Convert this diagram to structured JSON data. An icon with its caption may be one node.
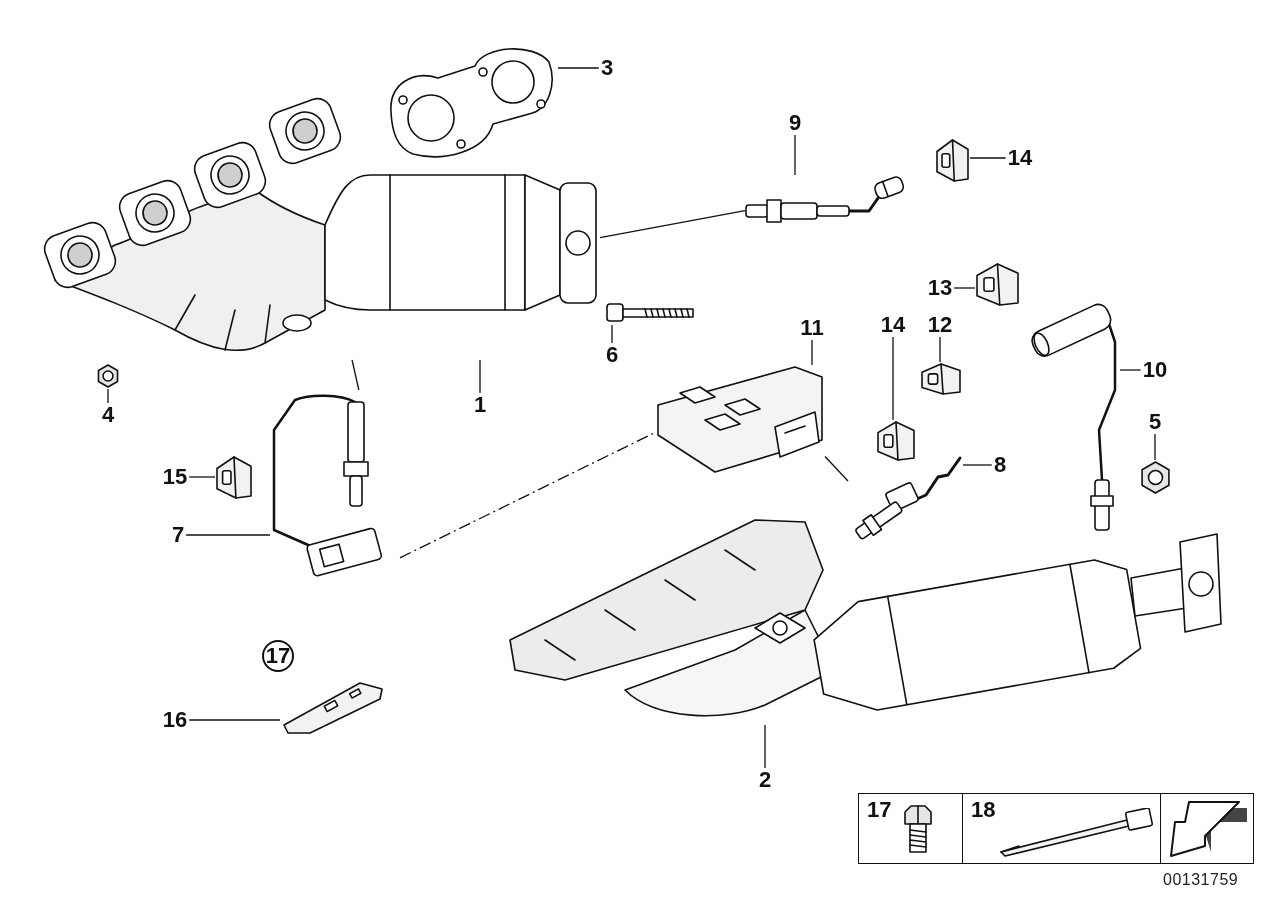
{
  "diagram": {
    "nodes": [
      {
        "text": [
          "3"
        ]
      },
      {
        "text": [],
        "shape": "picture"
      },
      {
        "text": [
          "9"
        ]
      },
      {
        "text": [],
        "shape": "picture"
      },
      {
        "text": [
          "14"
        ]
      },
      {
        "text": [],
        "shape": "picture"
      },
      {
        "text": [],
        "shape": "picture"
      },
      {
        "text": [
          "13"
        ]
      },
      {
        "text": [],
        "shape": "picture"
      },
      {
        "text": [
          "6"
        ]
      },
      {
        "text": [],
        "shape": "picture"
      },
      {
        "text": [
          "4"
        ]
      },
      {
        "text": [],
        "shape": "picture"
      },
      {
        "text": [
          "1"
        ]
      },
      {
        "text": [
          "11"
        ]
      },
      {
        "text": [],
        "shape": "picture"
      },
      {
        "text": [
          "14"
        ]
      },
      {
        "text": [],
        "shape": "picture"
      },
      {
        "text": [
          "12"
        ]
      },
      {
        "text": [],
        "shape": "picture"
      },
      {
        "text": [
          "10"
        ]
      },
      {
        "text": [],
        "shape": "picture"
      },
      {
        "text": [
          "5"
        ]
      },
      {
        "text": [],
        "shape": "picture"
      },
      {
        "text": [
          "15"
        ]
      },
      {
        "text": [],
        "shape": "picture"
      },
      {
        "text": [
          "7"
        ]
      },
      {
        "text": [],
        "shape": "picture"
      },
      {
        "text": [
          "8"
        ]
      },
      {
        "text": [],
        "shape": "picture"
      },
      {
        "text": [],
        "shape": "picture"
      },
      {
        "text": [
          "17"
        ]
      },
      {
        "text": [
          "16"
        ]
      },
      {
        "text": [],
        "shape": "picture"
      },
      {
        "text": [
          "2"
        ]
      }
    ],
    "edges": [
      {
        "from": 0,
        "to": 1,
        "arrow": "none"
      },
      {
        "from": 2,
        "to": 3,
        "arrow": "none"
      },
      {
        "from": 4,
        "to": 5,
        "arrow": "none"
      },
      {
        "from": 7,
        "to": 8,
        "arrow": "none"
      },
      {
        "from": 9,
        "to": 10,
        "arrow": "none"
      },
      {
        "from": 11,
        "to": 12,
        "arrow": "none"
      },
      {
        "from": 13,
        "to": 6,
        "arrow": "none"
      },
      {
        "from": 14,
        "to": 15,
        "arrow": "none"
      },
      {
        "from": 16,
        "to": 17,
        "arrow": "none"
      },
      {
        "from": 18,
        "to": 19,
        "arrow": "none"
      },
      {
        "from": 20,
        "to": 21,
        "arrow": "none"
      },
      {
        "from": 22,
        "to": 23,
        "arrow": "none"
      },
      {
        "from": 24,
        "to": 25,
        "arrow": "none"
      },
      {
        "from": 26,
        "to": 27,
        "arrow": "none"
      },
      {
        "from": 28,
        "to": 29,
        "arrow": "none"
      },
      {
        "from": 32,
        "to": 33,
        "arrow": "none"
      },
      {
        "from": 34,
        "to": 30,
        "arrow": "none"
      },
      {
        "from": 27,
        "to": 6,
        "arrow": "none"
      },
      {
        "from": 27,
        "to": 15,
        "arrow": "none",
        "style": "dashed"
      },
      {
        "from": 3,
        "to": 6,
        "arrow": "none"
      },
      {
        "from": 15,
        "to": 29,
        "arrow": "none"
      }
    ],
    "labels": [
      "17",
      "18",
      "00131759"
    ]
  }
}
